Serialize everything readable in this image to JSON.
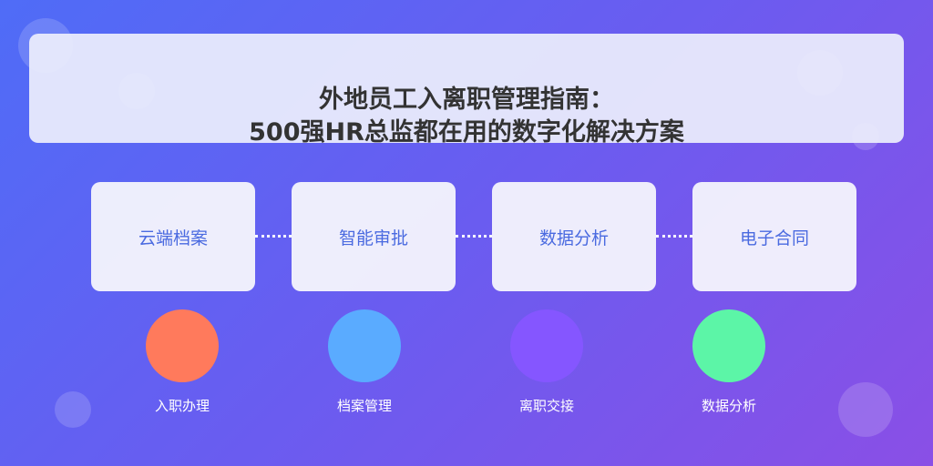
{
  "title": {
    "line1": "外地员工入离职管理指南：",
    "line2": "500强HR总监都在用的数字化解决方案"
  },
  "cards": [
    {
      "label": "云端档案"
    },
    {
      "label": "智能审批"
    },
    {
      "label": "数据分析"
    },
    {
      "label": "电子合同"
    }
  ],
  "steps": [
    {
      "label": "入职办理",
      "color": "#ff7a5c"
    },
    {
      "label": "档案管理",
      "color": "#5aabff"
    },
    {
      "label": "离职交接",
      "color": "#8556ff"
    },
    {
      "label": "数据分析",
      "color": "#5cf5a7"
    }
  ],
  "colors": {
    "background_start": "#4f6cf7",
    "background_end": "#8a4fe6",
    "card_text": "#4a6ae0",
    "title_text": "#333333"
  }
}
